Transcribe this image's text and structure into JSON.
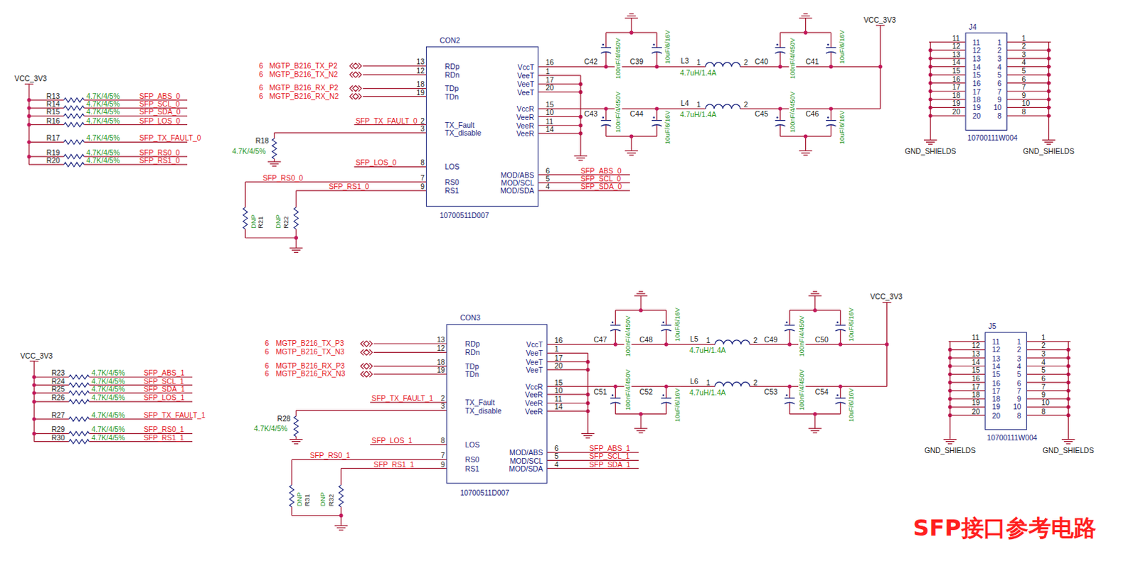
{
  "diagram": {
    "title": "SFP接口参考电路",
    "nodes": [
      {
        "text": [
          "CON2",
          "RDp",
          "RDn",
          "TDp",
          "TDn",
          "TX_Fault",
          "TX_disable",
          "LOS",
          "RS0",
          "RS1",
          "VccT",
          "VeeT",
          "VeeT",
          "VeeT",
          "VccR",
          "VeeR",
          "VeeR",
          "VeeR",
          "MOD/ABS",
          "MOD/SCL",
          "MOD/SDA",
          "10700511D007"
        ]
      },
      {
        "text": [
          "J4",
          "11",
          "12",
          "13",
          "14",
          "15",
          "16",
          "17",
          "18",
          "19",
          "20",
          "1",
          "2",
          "3",
          "4",
          "5",
          "6",
          "7",
          "9",
          "10",
          "8",
          "10700111W004"
        ]
      },
      {
        "text": [
          "CON3",
          "RDp",
          "RDn",
          "TDp",
          "TDn",
          "TX_Fault",
          "TX_disable",
          "LOS",
          "RS0",
          "RS1",
          "VccT",
          "VeeT",
          "VeeT",
          "VeeT",
          "VccR",
          "VeeR",
          "VeeR",
          "VeeR",
          "MOD/ABS",
          "MOD/SCL",
          "MOD/SDA",
          "10700511D007"
        ]
      },
      {
        "text": [
          "J5",
          "11",
          "12",
          "13",
          "14",
          "15",
          "16",
          "17",
          "18",
          "19",
          "20",
          "1",
          "2",
          "3",
          "4",
          "5",
          "6",
          "7",
          "9",
          "10",
          "8",
          "10700111W004"
        ]
      }
    ],
    "labels": [
      "VCC_3V3",
      "R13",
      "R14",
      "R15",
      "R16",
      "R17",
      "R19",
      "R20",
      "4.7K/4/5%",
      "4.7K/4/5%",
      "4.7K/4/5%",
      "4.7K/4/5%",
      "4.7K/4/5%",
      "4.7K/4/5%",
      "4.7K/4/5%",
      "SFP_ABS_0",
      "SFP_SCL_0",
      "SFP_SDA_0",
      "SFP_LOS_0",
      "SFP_TX_FAULT_0",
      "SFP_RS0_0",
      "SFP_RS1_0",
      "6",
      "MGTP_B216_TX_P2",
      "6",
      "MGTP_B216_TX_N2",
      "6",
      "MGTP_B216_RX_P2",
      "6",
      "MGTP_B216_RX_N2",
      "13",
      "12",
      "18",
      "19",
      "2",
      "3",
      "8",
      "7",
      "9",
      "SFP_TX_FAULT_0",
      "SFP_LOS_0",
      "R18",
      "4.7K/4/5%",
      "SFP_RS0_0",
      "SFP_RS1_0",
      "DNP",
      "R21",
      "DNP",
      "R22",
      "16",
      "1",
      "17",
      "20",
      "15",
      "10",
      "11",
      "14",
      "6",
      "5",
      "4",
      "SFP_ABS_0",
      "SFP_SCL_0",
      "SFP_SDA_0",
      "C42",
      "100nF/4/450V",
      "C39",
      "10uF/6/16V",
      "L3",
      "1",
      "2",
      "4.7uH/1.4A",
      "C40",
      "100nF/4/450V",
      "C41",
      "10uF/6/16V",
      "C43",
      "100nF/4/450V",
      "C44",
      "10uF/6/16V",
      "L4",
      "1",
      "2",
      "4.7uH/1.4A",
      "C45",
      "100nF/4/450V",
      "C46",
      "10uF/6/16V",
      "VCC_3V3",
      "11",
      "12",
      "13",
      "14",
      "15",
      "16",
      "17",
      "18",
      "19",
      "20",
      "1",
      "2",
      "3",
      "4",
      "5",
      "6",
      "7",
      "9",
      "10",
      "8",
      "GND_SHIELDS",
      "GND_SHIELDS",
      "VCC_3V3",
      "R23",
      "R24",
      "R25",
      "R26",
      "R27",
      "R29",
      "R30",
      "4.7K/4/5%",
      "4.7K/4/5%",
      "4.7K/4/5%",
      "4.7K/4/5%",
      "4.7K/4/5%",
      "4.7K/4/5%",
      "4.7K/4/5%",
      "SFP_ABS_1",
      "SFP_SCL_1",
      "SFP_SDA_1",
      "SFP_LOS_1",
      "SFP_TX_FAULT_1",
      "SFP_RS0_1",
      "SFP_RS1_1",
      "6",
      "MGTP_B216_TX_P3",
      "6",
      "MGTP_B216_TX_N3",
      "6",
      "MGTP_B216_RX_P3",
      "6",
      "MGTP_B216_RX_N3",
      "13",
      "12",
      "18",
      "19",
      "2",
      "3",
      "8",
      "7",
      "9",
      "SFP_TX_FAULT_1",
      "SFP_LOS_1",
      "R28",
      "4.7K/4/5%",
      "SFP_RS0_1",
      "SFP_RS1_1",
      "DNP",
      "R31",
      "DNP",
      "R32",
      "16",
      "1",
      "17",
      "20",
      "15",
      "10",
      "11",
      "14",
      "6",
      "5",
      "4",
      "SFP_ABS_1",
      "SFP_SCL_1",
      "SFP_SDA_1",
      "C47",
      "100nF/4/450V",
      "C48",
      "10uF/6/16V",
      "L5",
      "1",
      "2",
      "4.7uH/1.4A",
      "C49",
      "100nF/4/450V",
      "C50",
      "10uF/6/16V",
      "C51",
      "100nF/4/450V",
      "C52",
      "10uF/6/16V",
      "L6",
      "1",
      "2",
      "4.7uH/1.4A",
      "C53",
      "100nF/4/450V",
      "C54",
      "10uF/6/16V",
      "VCC_3V3",
      "11",
      "12",
      "13",
      "14",
      "15",
      "16",
      "17",
      "18",
      "19",
      "20",
      "1",
      "2",
      "3",
      "4",
      "5",
      "6",
      "7",
      "9",
      "10",
      "8",
      "GND_SHIELDS",
      "GND_SHIELDS"
    ]
  }
}
